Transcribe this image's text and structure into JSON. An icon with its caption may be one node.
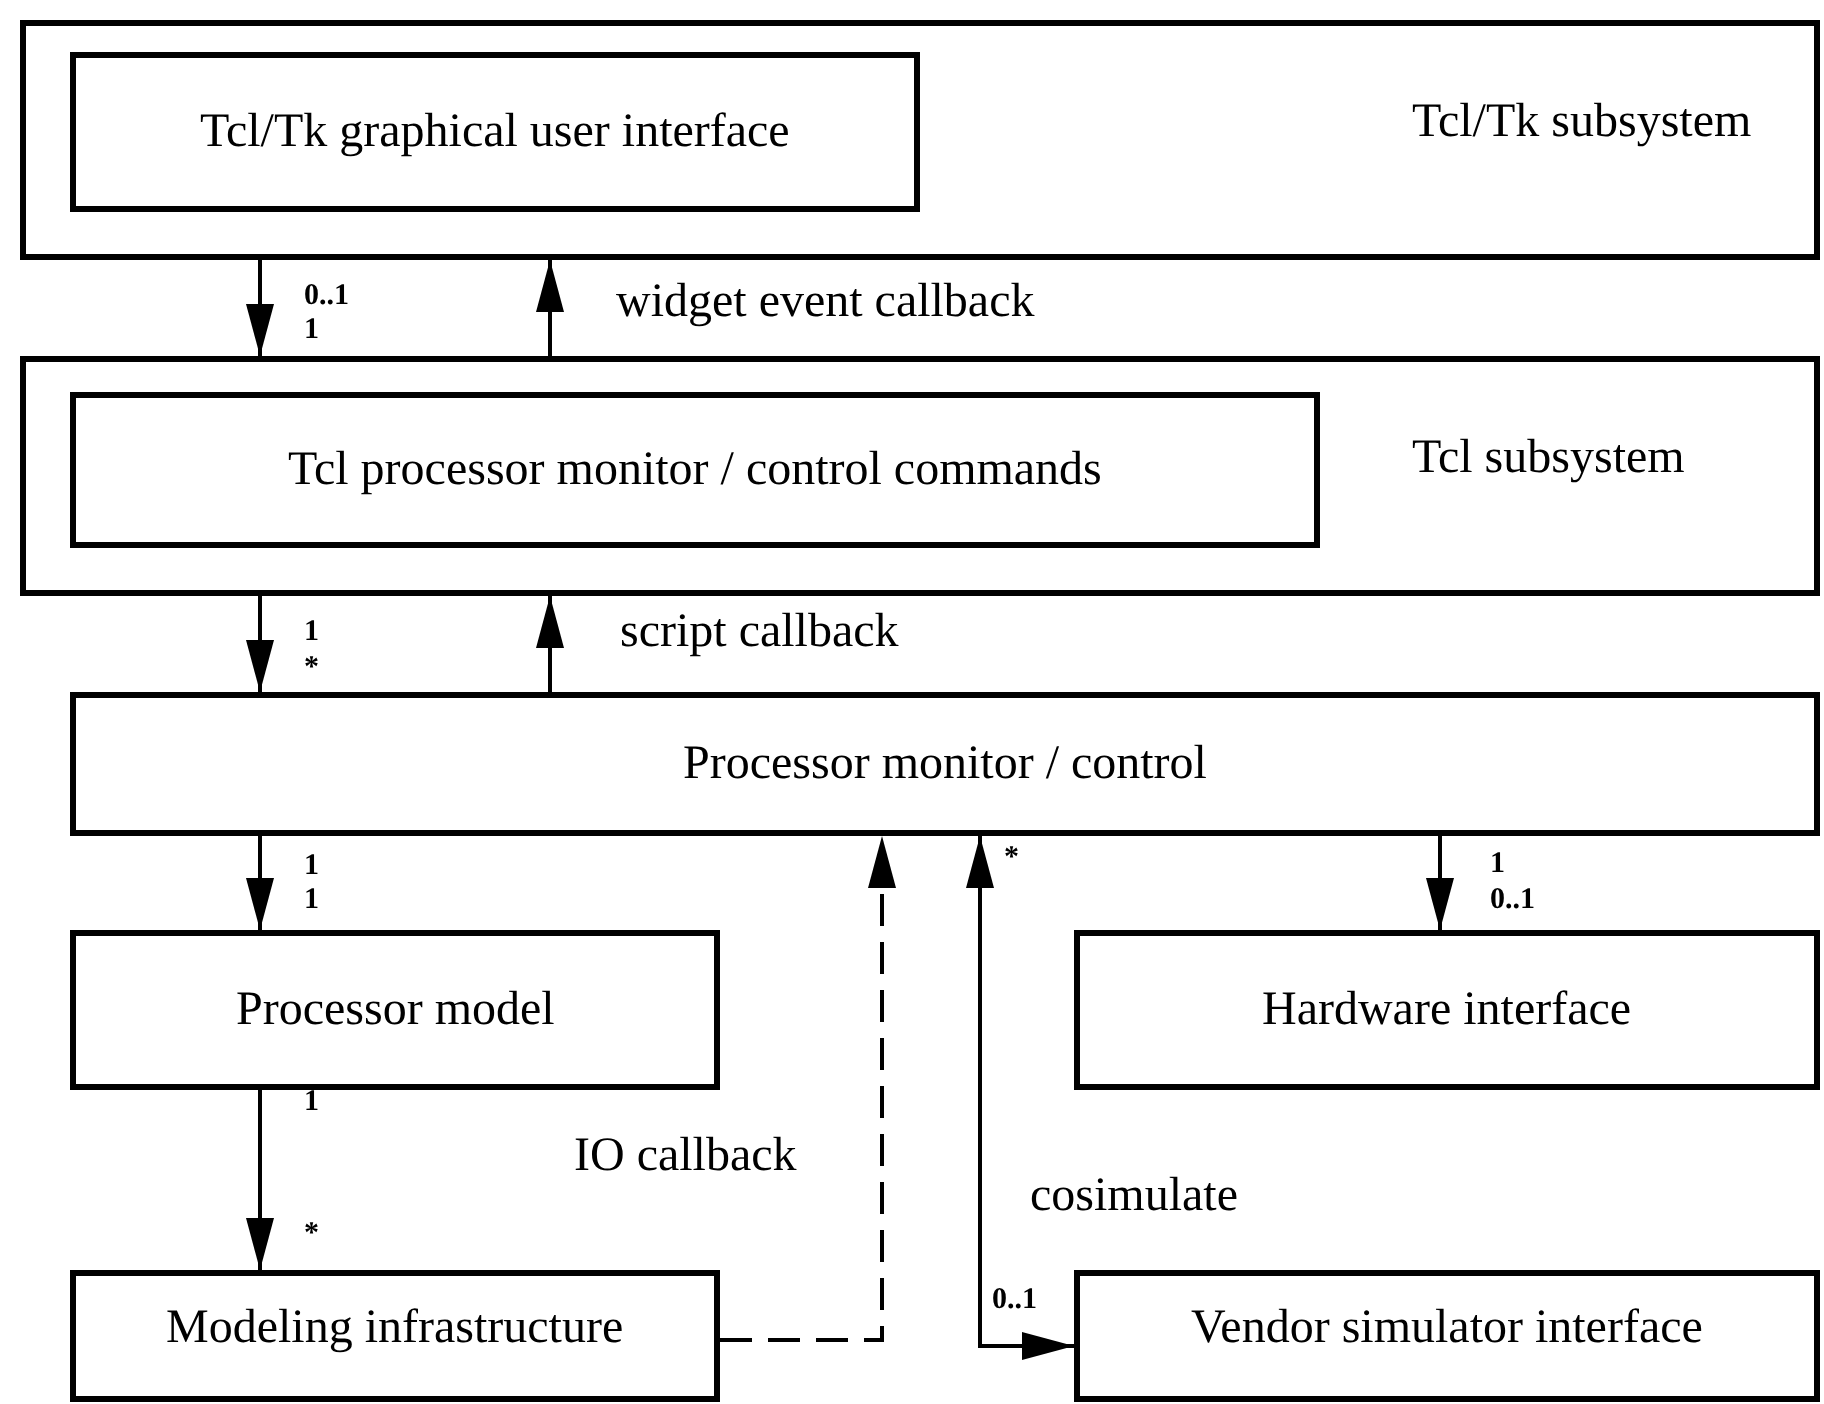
{
  "diagram": {
    "nodes": [
      {
        "text": [
          "Tcl/Tk subsystem"
        ]
      },
      {
        "text": [
          "Tcl/Tk graphical user interface"
        ],
        "in": 0
      },
      {
        "text": [
          "Tcl subsystem"
        ]
      },
      {
        "text": [
          "Tcl processor monitor / control commands"
        ],
        "in": 2
      },
      {
        "text": [
          "Processor monitor / control"
        ]
      },
      {
        "text": [
          "Processor model"
        ]
      },
      {
        "text": [
          "Hardware interface"
        ]
      },
      {
        "text": [
          "Modeling infrastructure"
        ]
      },
      {
        "text": [
          "Vendor simulator interface"
        ]
      }
    ],
    "edges": [
      {
        "from": 0,
        "to": 2,
        "arrow": "to"
      },
      {
        "from": 2,
        "to": 0,
        "arrow": "to",
        "label": "widget event callback"
      },
      {
        "from": 2,
        "to": 4,
        "arrow": "to"
      },
      {
        "from": 4,
        "to": 2,
        "arrow": "to",
        "label": "script callback"
      },
      {
        "from": 4,
        "to": 5,
        "arrow": "to"
      },
      {
        "from": 7,
        "to": 4,
        "arrow": "to",
        "label": "IO callback",
        "style": "dashed"
      },
      {
        "from": 4,
        "to": 8,
        "arrow": "both",
        "label": "cosimulate"
      },
      {
        "from": 4,
        "to": 6,
        "arrow": "to"
      },
      {
        "from": 5,
        "to": 7,
        "arrow": "to"
      }
    ],
    "labels": [
      "0..1",
      "1",
      "1",
      "*",
      "1",
      "1",
      "*",
      "1",
      "0..1",
      "1",
      "*",
      "0..1"
    ]
  }
}
